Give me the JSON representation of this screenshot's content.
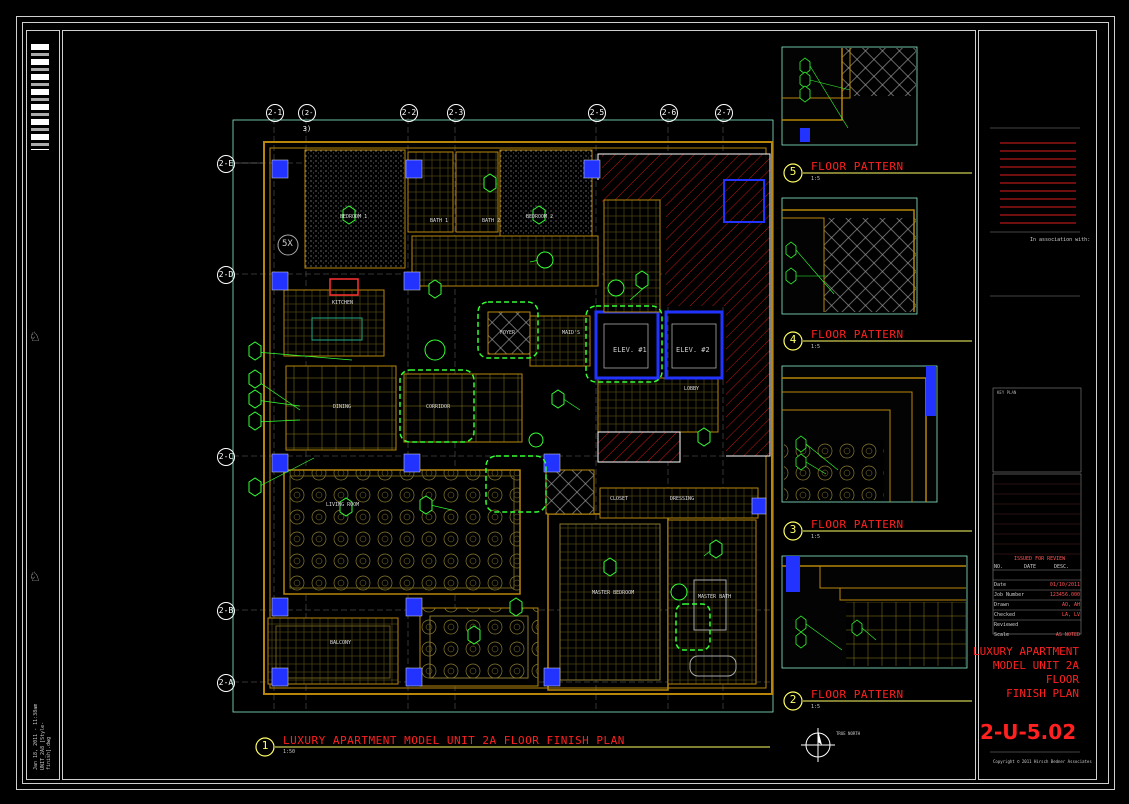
{
  "sheet": {
    "number": "2-U-5.02",
    "title_lines": [
      "LUXURY APARTMENT",
      "MODEL UNIT 2A",
      "FLOOR",
      "FINISH PLAN"
    ],
    "copyright": "Copyright  ©  2011   Hirsch Bedner Associates"
  },
  "main_view": {
    "number": "1",
    "title": "LUXURY APARTMENT MODEL UNIT 2A FLOOR FINISH PLAN",
    "scale": "1:50",
    "north_label": "TRUE NORTH"
  },
  "grid": {
    "columns": [
      "2-1",
      "(2-3)",
      "2-2",
      "2-3",
      "2-5",
      "2-6",
      "2-7"
    ],
    "rows": [
      "2-E",
      "2-D",
      "2-C",
      "2-B",
      "2-A"
    ]
  },
  "rooms": {
    "bedroom1": "BEDROOM 1",
    "bedroom2": "BEDROOM 2",
    "bath1": "BATH 1",
    "bath2": "BATH 2",
    "kitchen": "KITCHEN",
    "dining": "DINING",
    "corridor": "CORRIDOR",
    "foyer": "FOYER",
    "lobby": "LOBBY",
    "living": "LIVING ROOM",
    "balcony": "BALCONY",
    "master_bed": "MASTER BEDROOM",
    "master_bath": "MASTER BATH",
    "dressing": "DRESSING",
    "closet": "CLOSET",
    "elev1": "ELEV. #1",
    "elev2": "ELEV. #2",
    "maid": "MAID'S"
  },
  "details": [
    {
      "number": "5",
      "title": "FLOOR PATTERN",
      "scale": "1:5"
    },
    {
      "number": "4",
      "title": "FLOOR PATTERN",
      "scale": "1:5"
    },
    {
      "number": "3",
      "title": "FLOOR PATTERN",
      "scale": "1:5"
    },
    {
      "number": "2",
      "title": "FLOOR PATTERN",
      "scale": "1:5"
    }
  ],
  "title_block": {
    "in_association": "In association with:",
    "rows": [
      {
        "label": "Date",
        "value": "01/10/2011"
      },
      {
        "label": "Job Number",
        "value": "123456.000"
      },
      {
        "label": "Drawn",
        "value": "AO, AH"
      },
      {
        "label": "Checked",
        "value": "LA, LV"
      },
      {
        "label": "Reviewed",
        "value": ""
      },
      {
        "label": "Scale",
        "value": "AS NOTED"
      }
    ],
    "rev_headers": [
      "NO.",
      "DATE",
      "DESC."
    ],
    "rev_first": "ISSUED FOR REVIEW"
  },
  "margin_text": {
    "plot_stamp": "Jan 18, 2011 - 11:38am",
    "file": "UNIT_2A8 [Style-finish].dwg"
  },
  "colors": {
    "frame": "#cfcfcf",
    "wall": "#b8860b",
    "tag": "#33ff33",
    "accent_red": "#ff2020",
    "elevator": "#2233ff",
    "title_line": "#ffff66"
  }
}
